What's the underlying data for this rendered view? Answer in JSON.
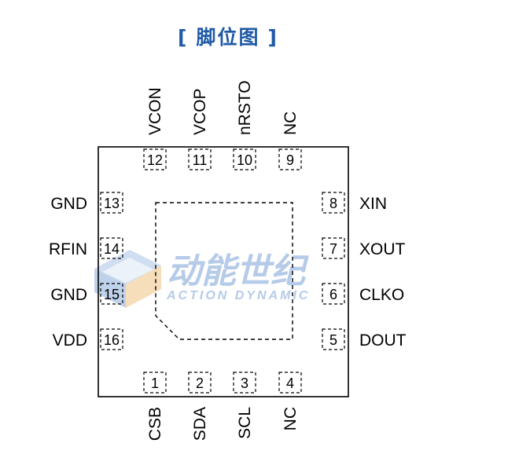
{
  "title": {
    "open": "[",
    "text": "脚位图",
    "close": "]",
    "color": "#1f5aa6"
  },
  "package": {
    "top": [
      {
        "num": "12",
        "label": "VCON"
      },
      {
        "num": "11",
        "label": "VCOP"
      },
      {
        "num": "10",
        "label": "nRSTO"
      },
      {
        "num": "9",
        "label": "NC"
      }
    ],
    "left": [
      {
        "num": "13",
        "label": "GND"
      },
      {
        "num": "14",
        "label": "RFIN"
      },
      {
        "num": "15",
        "label": "GND"
      },
      {
        "num": "16",
        "label": "VDD"
      }
    ],
    "right": [
      {
        "num": "8",
        "label": "XIN"
      },
      {
        "num": "7",
        "label": "XOUT"
      },
      {
        "num": "6",
        "label": "CLKO"
      },
      {
        "num": "5",
        "label": "DOUT"
      }
    ],
    "bottom": [
      {
        "num": "1",
        "label": "CSB"
      },
      {
        "num": "2",
        "label": "SDA"
      },
      {
        "num": "3",
        "label": "SCL"
      },
      {
        "num": "4",
        "label": "NC"
      }
    ]
  },
  "watermark": {
    "cn": "动能世纪",
    "en": "ACTION DYNAMIC",
    "color": "#a9c3e4",
    "accent": "#f3c98c"
  }
}
